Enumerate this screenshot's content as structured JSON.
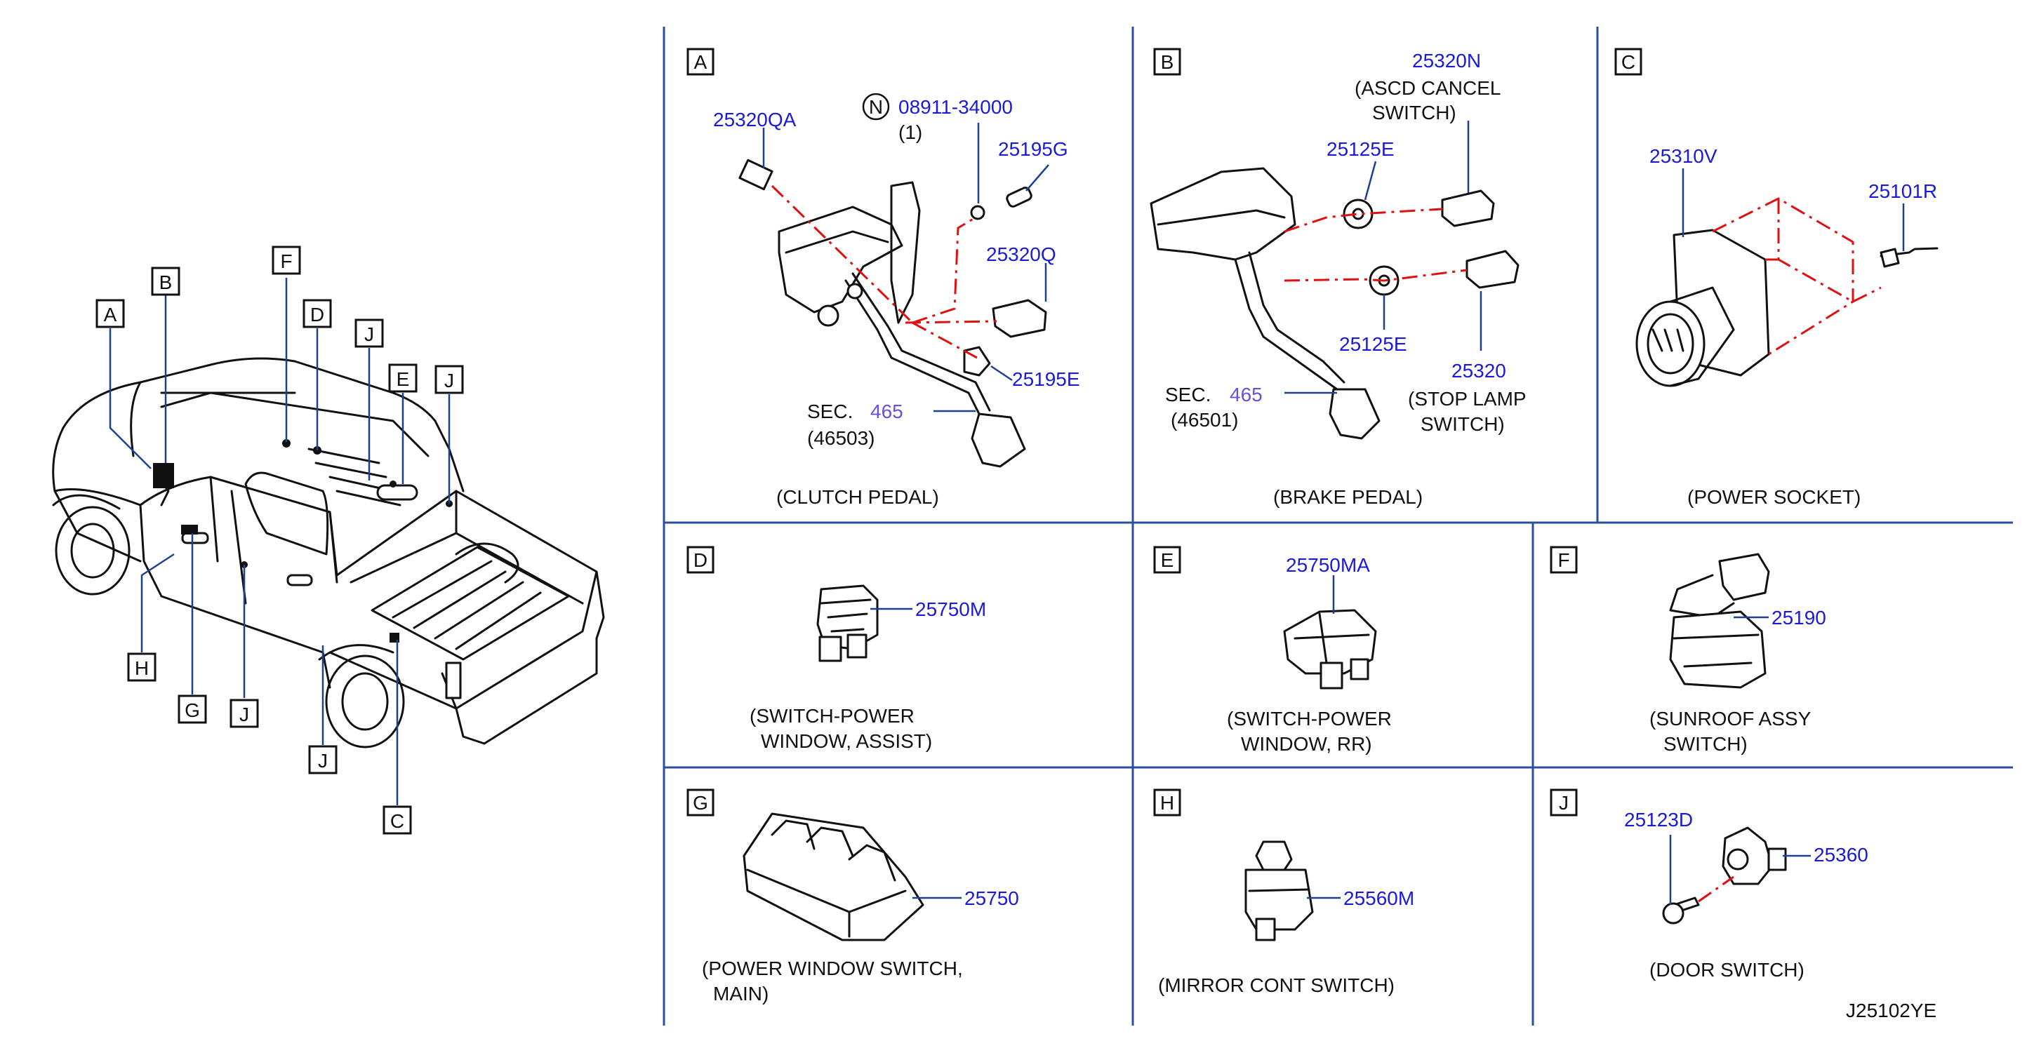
{
  "diagram_id": "J25102YE",
  "vehicle_callouts": [
    "A",
    "B",
    "F",
    "D",
    "J",
    "E",
    "J",
    "H",
    "G",
    "J",
    "J",
    "C"
  ],
  "panels": {
    "A": {
      "letter": "A",
      "caption": "(CLUTCH   PEDAL)",
      "parts": [
        "25320QA",
        "08911-34000",
        "(1)",
        "25195G",
        "25320Q",
        "25195E"
      ],
      "nut_symbol": "N",
      "sec_prefix": "SEC.",
      "sec_num": "465",
      "sec_sub": "(46503)"
    },
    "B": {
      "letter": "B",
      "caption": "(BRAKE   PEDAL)",
      "parts": [
        "25320N",
        "25125E",
        "25125E",
        "25320"
      ],
      "note_1a": "(ASCD   CANCEL",
      "note_1b": "SWITCH)",
      "note_2a": "(STOP   LAMP",
      "note_2b": "SWITCH)",
      "sec_prefix": "SEC.",
      "sec_num": "465",
      "sec_sub": "(46501)"
    },
    "C": {
      "letter": "C",
      "caption": "(POWER   SOCKET)",
      "parts": [
        "25310V",
        "25101R"
      ]
    },
    "D": {
      "letter": "D",
      "caption_1": "(SWITCH-POWER",
      "caption_2": "WINDOW,   ASSIST)",
      "parts": [
        "25750M"
      ]
    },
    "E": {
      "letter": "E",
      "caption_1": "(SWITCH-POWER",
      "caption_2": "WINDOW,   RR)",
      "parts": [
        "25750MA"
      ]
    },
    "F": {
      "letter": "F",
      "caption_1": "(SUNROOF   ASSY",
      "caption_2": "SWITCH)",
      "parts": [
        "25190"
      ]
    },
    "G": {
      "letter": "G",
      "caption_1": "(POWER   WINDOW   SWITCH,",
      "caption_2": "MAIN)",
      "parts": [
        "25750"
      ]
    },
    "H": {
      "letter": "H",
      "caption": "(MIRROR   CONT   SWITCH)",
      "parts": [
        "25560M"
      ]
    },
    "J": {
      "letter": "J",
      "caption": "(DOOR   SWITCH)",
      "parts": [
        "25123D",
        "25360"
      ]
    }
  },
  "colors": {
    "part_number": "#1a1ad8",
    "section_ref": "#6a4fe0",
    "dashed_line": "#e01010",
    "grid": "#2b4f9e"
  }
}
